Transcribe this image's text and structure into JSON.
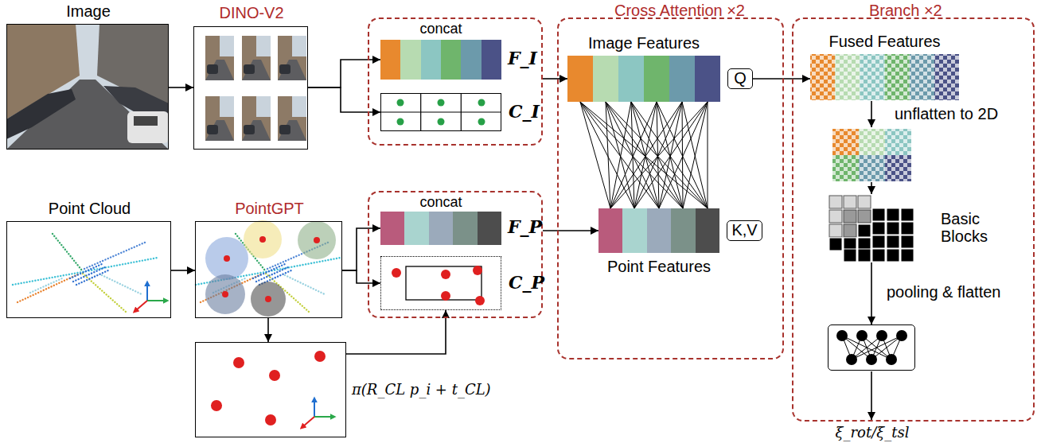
{
  "diagram": {
    "nodes": [
      {
        "text": [
          "Image"
        ]
      },
      {
        "text": [
          "DINO-V2"
        ]
      },
      {
        "text": [
          "concat"
        ]
      },
      {
        "text": [
          "F_I"
        ],
        "in": 2
      },
      {
        "text": [
          "C_I"
        ],
        "in": 2
      },
      {
        "text": [
          "Point Cloud"
        ]
      },
      {
        "text": [
          "PointGPT"
        ]
      },
      {
        "text": [
          "concat"
        ]
      },
      {
        "text": [
          "F_P"
        ],
        "in": 7
      },
      {
        "text": [
          "C_P"
        ],
        "in": 7
      },
      {
        "text": [
          "π(R_CL p_i + t_CL)"
        ]
      },
      {
        "text": [
          "Cross Attention ×2"
        ]
      },
      {
        "text": [
          "Image Features"
        ],
        "in": 11
      },
      {
        "text": [
          "Q"
        ],
        "in": 11
      },
      {
        "text": [
          "Point Features"
        ],
        "in": 11
      },
      {
        "text": [
          "K,V"
        ],
        "in": 11
      },
      {
        "text": [
          "Branch ×2"
        ]
      },
      {
        "text": [
          "Fused Features"
        ],
        "in": 16
      },
      {
        "text": [
          "Basic Blocks"
        ],
        "in": 16
      },
      {
        "text": [
          "ξ_rot/ξ_tsl"
        ],
        "in": 16
      }
    ],
    "edges": [
      {
        "from": 0,
        "to": 1,
        "arrow": "to"
      },
      {
        "from": 1,
        "to": 3,
        "arrow": "to"
      },
      {
        "from": 1,
        "to": 4,
        "arrow": "to"
      },
      {
        "from": 2,
        "to": 12,
        "arrow": "to"
      },
      {
        "from": 5,
        "to": 6,
        "arrow": "to"
      },
      {
        "from": 6,
        "to": 8,
        "arrow": "to"
      },
      {
        "from": 6,
        "to": 9,
        "arrow": "to"
      },
      {
        "from": 6,
        "to": 10,
        "arrow": "to"
      },
      {
        "from": 10,
        "to": 9,
        "arrow": "to"
      },
      {
        "from": 7,
        "to": 14,
        "arrow": "to"
      },
      {
        "from": 13,
        "to": 17,
        "arrow": "to"
      },
      {
        "from": 18,
        "to": 19,
        "label": "pooling & flatten",
        "arrow": "to"
      }
    ],
    "labels": [
      "unflatten to 2D"
    ]
  }
}
